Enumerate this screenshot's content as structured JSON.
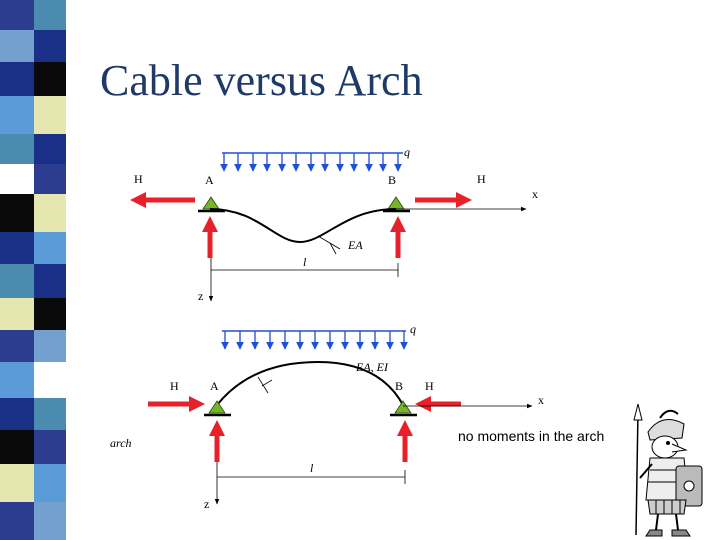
{
  "title": "Cable versus Arch",
  "cable": {
    "load_label": "q",
    "left_force_label": "H",
    "right_force_label": "H",
    "support_a_label": "A",
    "support_b_label": "B",
    "x_axis_label": "x",
    "z_axis_label": "z",
    "stiffness_label": "EA",
    "span_label": "l"
  },
  "arch": {
    "load_label": "q",
    "left_force_label": "H",
    "right_force_label": "H",
    "support_a_label": "A",
    "support_b_label": "B",
    "x_axis_label": "x",
    "z_axis_label": "z",
    "stiffness_label": "EA, EI",
    "span_label": "l",
    "caption": "arch",
    "note": "no moments in the arch"
  },
  "colors": {
    "title": "#1f3a68",
    "load_arrows": "#1f4fd8",
    "reaction_arrows": "#e8202a",
    "support": "#78b428"
  },
  "decoration": "roman-soldier-cartoon"
}
